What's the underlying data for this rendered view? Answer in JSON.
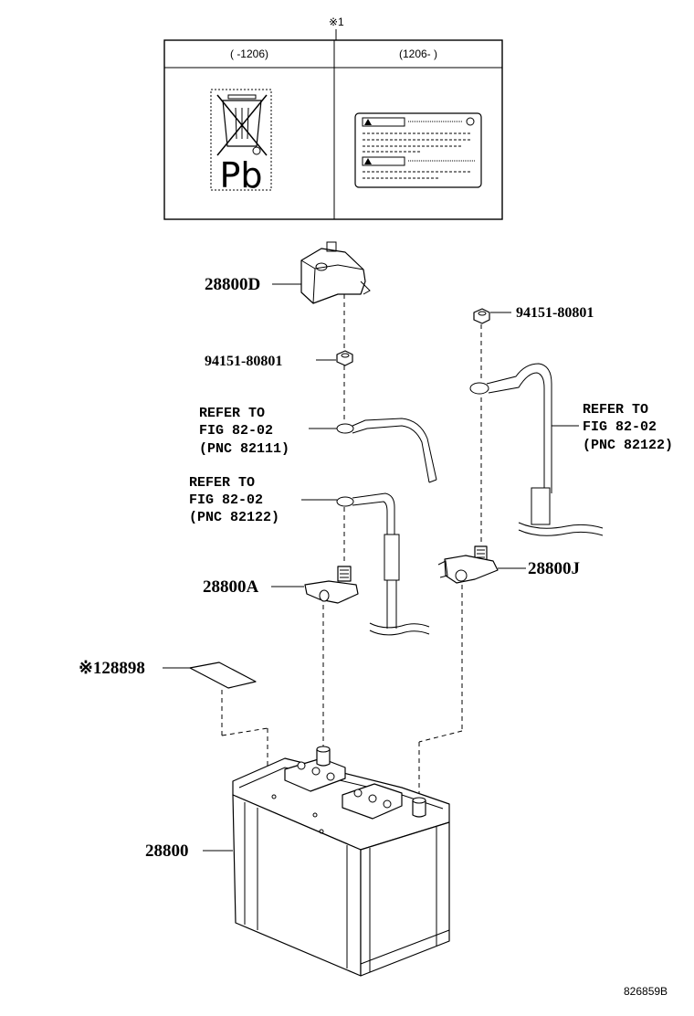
{
  "note_symbol": "※1",
  "table": {
    "col1_header": "(      -1206)",
    "col2_header": "(1206-      )",
    "pb_text": "Pb"
  },
  "parts": {
    "cover": "28800D",
    "nut_left": "94151-80801",
    "nut_right": "94151-80801",
    "clamp_neg": "28800A",
    "clamp_pos": "28800J",
    "label": "※128898",
    "battery": "28800"
  },
  "refs": {
    "ref1": [
      "REFER TO",
      "FIG 82-02",
      "(PNC 82111)"
    ],
    "ref2": [
      "REFER TO",
      "FIG 82-02",
      "(PNC 82122)"
    ],
    "ref3": [
      "REFER TO",
      "FIG 82-02",
      "(PNC 82122)"
    ]
  },
  "diagram_code": "826859B"
}
